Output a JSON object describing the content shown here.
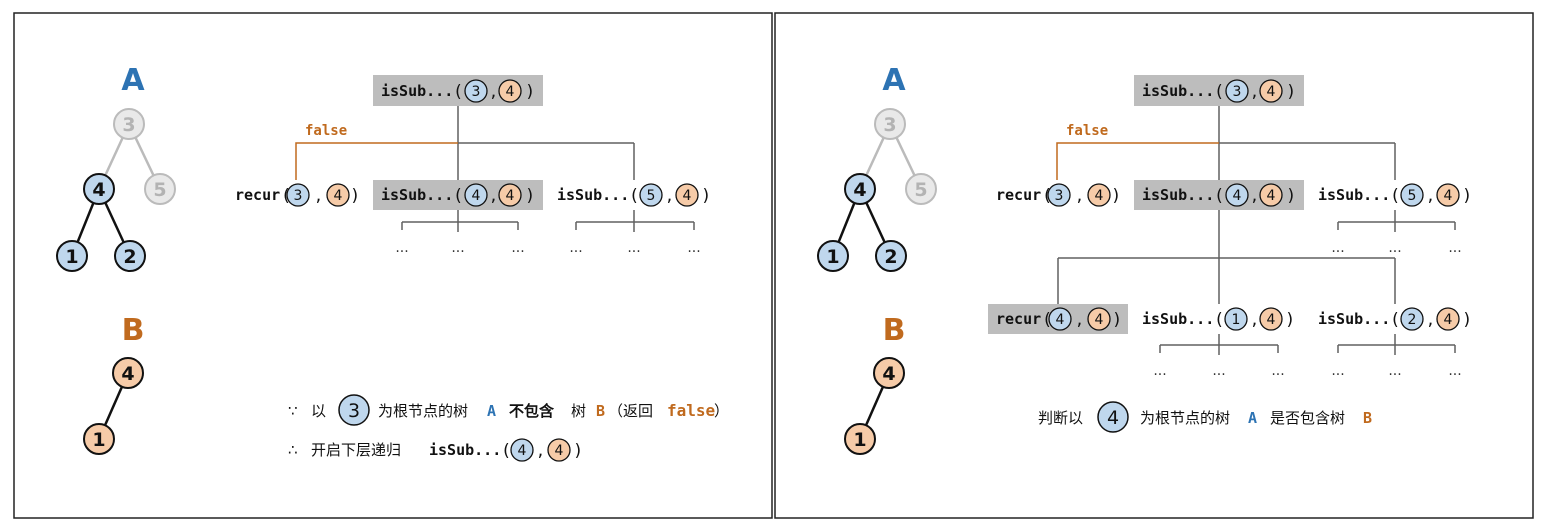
{
  "colors": {
    "blue_fill": "#bfd7ed",
    "orange_fill": "#f6cba8",
    "blue_text": "#2d73b3",
    "orange_text": "#c06a1e",
    "gray_node": "#b3b3b3",
    "gray_box": "#bdbdbd",
    "line": "#606060"
  },
  "panels": [
    {
      "tree_a": {
        "label": "A",
        "nodes": [
          {
            "id": "a3",
            "text": "3",
            "style": "faded"
          },
          {
            "id": "a4",
            "text": "4",
            "style": "blue"
          },
          {
            "id": "a5",
            "text": "5",
            "style": "faded"
          },
          {
            "id": "a1",
            "text": "1",
            "style": "blue"
          },
          {
            "id": "a2",
            "text": "2",
            "style": "blue"
          }
        ]
      },
      "tree_b": {
        "label": "B",
        "nodes": [
          {
            "id": "b4",
            "text": "4",
            "style": "orange"
          },
          {
            "id": "b1",
            "text": "1",
            "style": "orange"
          }
        ]
      },
      "calls": [
        {
          "fn": "isSub...",
          "a": "3",
          "b": "4",
          "highlight": true
        },
        {
          "fn": "recur",
          "a": "3",
          "b": "4",
          "highlight": false
        },
        {
          "fn": "isSub...",
          "a": "4",
          "b": "4",
          "highlight": true
        },
        {
          "fn": "isSub...",
          "a": "5",
          "b": "4",
          "highlight": false
        }
      ],
      "false_label": "false",
      "ellipsis": "...",
      "explanation": {
        "line1": {
          "symbol": "∵",
          "prefix": "以",
          "node": "3",
          "text1": "为根节点的树",
          "a": "A",
          "text2": "不包含",
          "text3": "树",
          "b": "B",
          "paren_open": "（返回",
          "false": "false",
          "paren_close": "）"
        },
        "line2": {
          "symbol": "∴",
          "text": "开启下层递归",
          "fn": "isSub...",
          "a": "4",
          "b": "4"
        }
      }
    },
    {
      "tree_a": {
        "label": "A",
        "nodes": [
          {
            "id": "a3",
            "text": "3",
            "style": "faded"
          },
          {
            "id": "a4",
            "text": "4",
            "style": "blue"
          },
          {
            "id": "a5",
            "text": "5",
            "style": "faded"
          },
          {
            "id": "a1",
            "text": "1",
            "style": "blue"
          },
          {
            "id": "a2",
            "text": "2",
            "style": "blue"
          }
        ]
      },
      "tree_b": {
        "label": "B",
        "nodes": [
          {
            "id": "b4",
            "text": "4",
            "style": "orange"
          },
          {
            "id": "b1",
            "text": "1",
            "style": "orange"
          }
        ]
      },
      "calls": [
        {
          "fn": "isSub...",
          "a": "3",
          "b": "4",
          "highlight": true
        },
        {
          "fn": "recur",
          "a": "3",
          "b": "4",
          "highlight": false
        },
        {
          "fn": "isSub...",
          "a": "4",
          "b": "4",
          "highlight": true
        },
        {
          "fn": "isSub...",
          "a": "5",
          "b": "4",
          "highlight": false
        },
        {
          "fn": "recur",
          "a": "4",
          "b": "4",
          "highlight": true
        },
        {
          "fn": "isSub...",
          "a": "1",
          "b": "4",
          "highlight": false
        },
        {
          "fn": "isSub...",
          "a": "2",
          "b": "4",
          "highlight": false
        }
      ],
      "false_label": "false",
      "ellipsis": "...",
      "explanation": {
        "prefix": "判断以",
        "node": "4",
        "text1": "为根节点的树",
        "a": "A",
        "text2": "是否包含树",
        "b": "B"
      }
    }
  ]
}
